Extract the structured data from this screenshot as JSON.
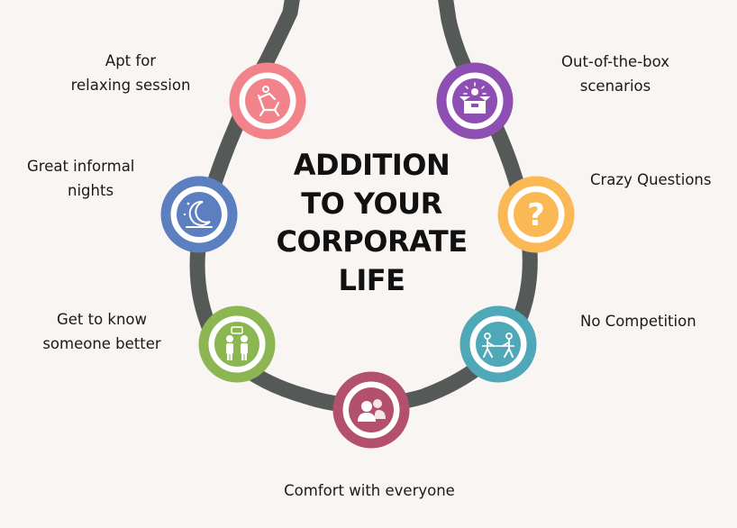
{
  "title_lines": [
    "ADDITION",
    "TO YOUR",
    "CORPORATE",
    "LIFE"
  ],
  "items": [
    {
      "id": "relax",
      "lines": [
        "Apt for",
        "relaxing session"
      ],
      "color": "#f2838a",
      "icon": "relaxing-person-icon"
    },
    {
      "id": "night",
      "lines": [
        "Great informal",
        "nights"
      ],
      "color": "#5b7fbf",
      "icon": "moon-icon"
    },
    {
      "id": "know",
      "lines": [
        "Get to know",
        "someone better"
      ],
      "color": "#8cb651",
      "icon": "conversation-icon"
    },
    {
      "id": "comfort",
      "lines": [
        "Comfort with everyone"
      ],
      "color": "#b3506d",
      "icon": "group-icon"
    },
    {
      "id": "competition",
      "lines": [
        "No Competition"
      ],
      "color": "#4fa8b8",
      "icon": "tug-of-war-icon"
    },
    {
      "id": "questions",
      "lines": [
        "Crazy Questions"
      ],
      "color": "#fbb955",
      "icon": "question-mark-icon"
    },
    {
      "id": "outbox",
      "lines": [
        "Out-of-the-box",
        "scenarios"
      ],
      "color": "#8e4fb2",
      "icon": "idea-box-icon"
    }
  ]
}
